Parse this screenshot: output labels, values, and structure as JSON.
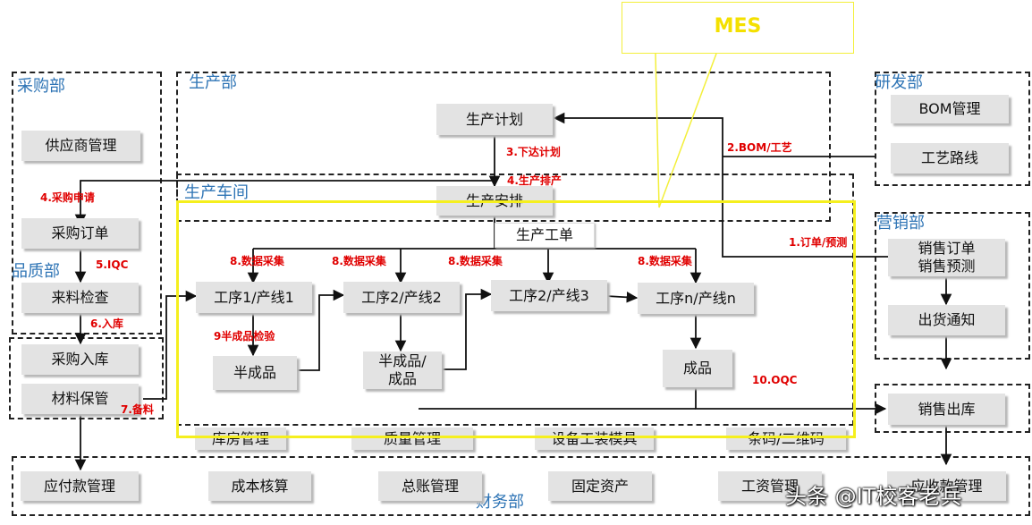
{
  "departments": {
    "purchasing": "采购部",
    "production": "生产部",
    "rnd": "研发部",
    "workshop": "生产车间",
    "marketing": "营销部",
    "quality": "品质部",
    "finance": "财务部"
  },
  "nodes": {
    "supplier_mgmt": "供应商管理",
    "purchase_order": "采购订单",
    "incoming_inspection": "来料检查",
    "purchase_inbound": "采购入库",
    "material_custody": "材料保管",
    "production_plan": "生产计划",
    "production_schedule": "生产安排",
    "work_order": "生产工单",
    "process_1": "工序1/产线1",
    "process_2": "工序2/产线2",
    "process_3": "工序2/产线3",
    "process_n": "工序n/产线n",
    "semi_product": "半成品",
    "semi_or_finished": "半成品/\n成品",
    "finished_product": "成品",
    "bom_mgmt": "BOM管理",
    "process_route": "工艺路线",
    "sales_order_forecast": "销售订单\n销售预测",
    "shipping_notice": "出货通知",
    "sales_outbound": "销售出库",
    "warehouse_mgmt": "库房管理",
    "quality_mgmt": "质量管理",
    "equipment_mgmt": "设备工装模具",
    "barcode_qr": "条码/二维码",
    "ap_mgmt": "应付款管理",
    "cost_accounting": "成本核算",
    "general_ledger": "总账管理",
    "fixed_assets": "固定资产",
    "payroll_mgmt": "工资管理",
    "ar_mgmt": "应收款管理"
  },
  "edge_labels": {
    "order_forecast": "1.订单/预测",
    "bom_process": "2.BOM/工艺",
    "issue_plan": "3.下达计划",
    "purchase_request": "4.采购申请",
    "production_scheduling": "4.生产排产",
    "iqc": "5.IQC",
    "warehousing": "6.入库",
    "material_prep": "7.备料",
    "data_collection_1": "8.数据采集",
    "data_collection_2": "8.数据采集",
    "data_collection_3": "8.数据采集",
    "data_collection_4": "8.数据采集",
    "semi_inspection": "9半成品检验",
    "oqc": "10.OQC"
  },
  "mes": {
    "label": "MES"
  },
  "watermark": "头条 @IT校客老兵",
  "colors": {
    "department_title": "#2e74b5",
    "edge_label": "#e00000",
    "mes_highlight": "#f5ef1e",
    "node_fill": "#e3e3e3"
  }
}
